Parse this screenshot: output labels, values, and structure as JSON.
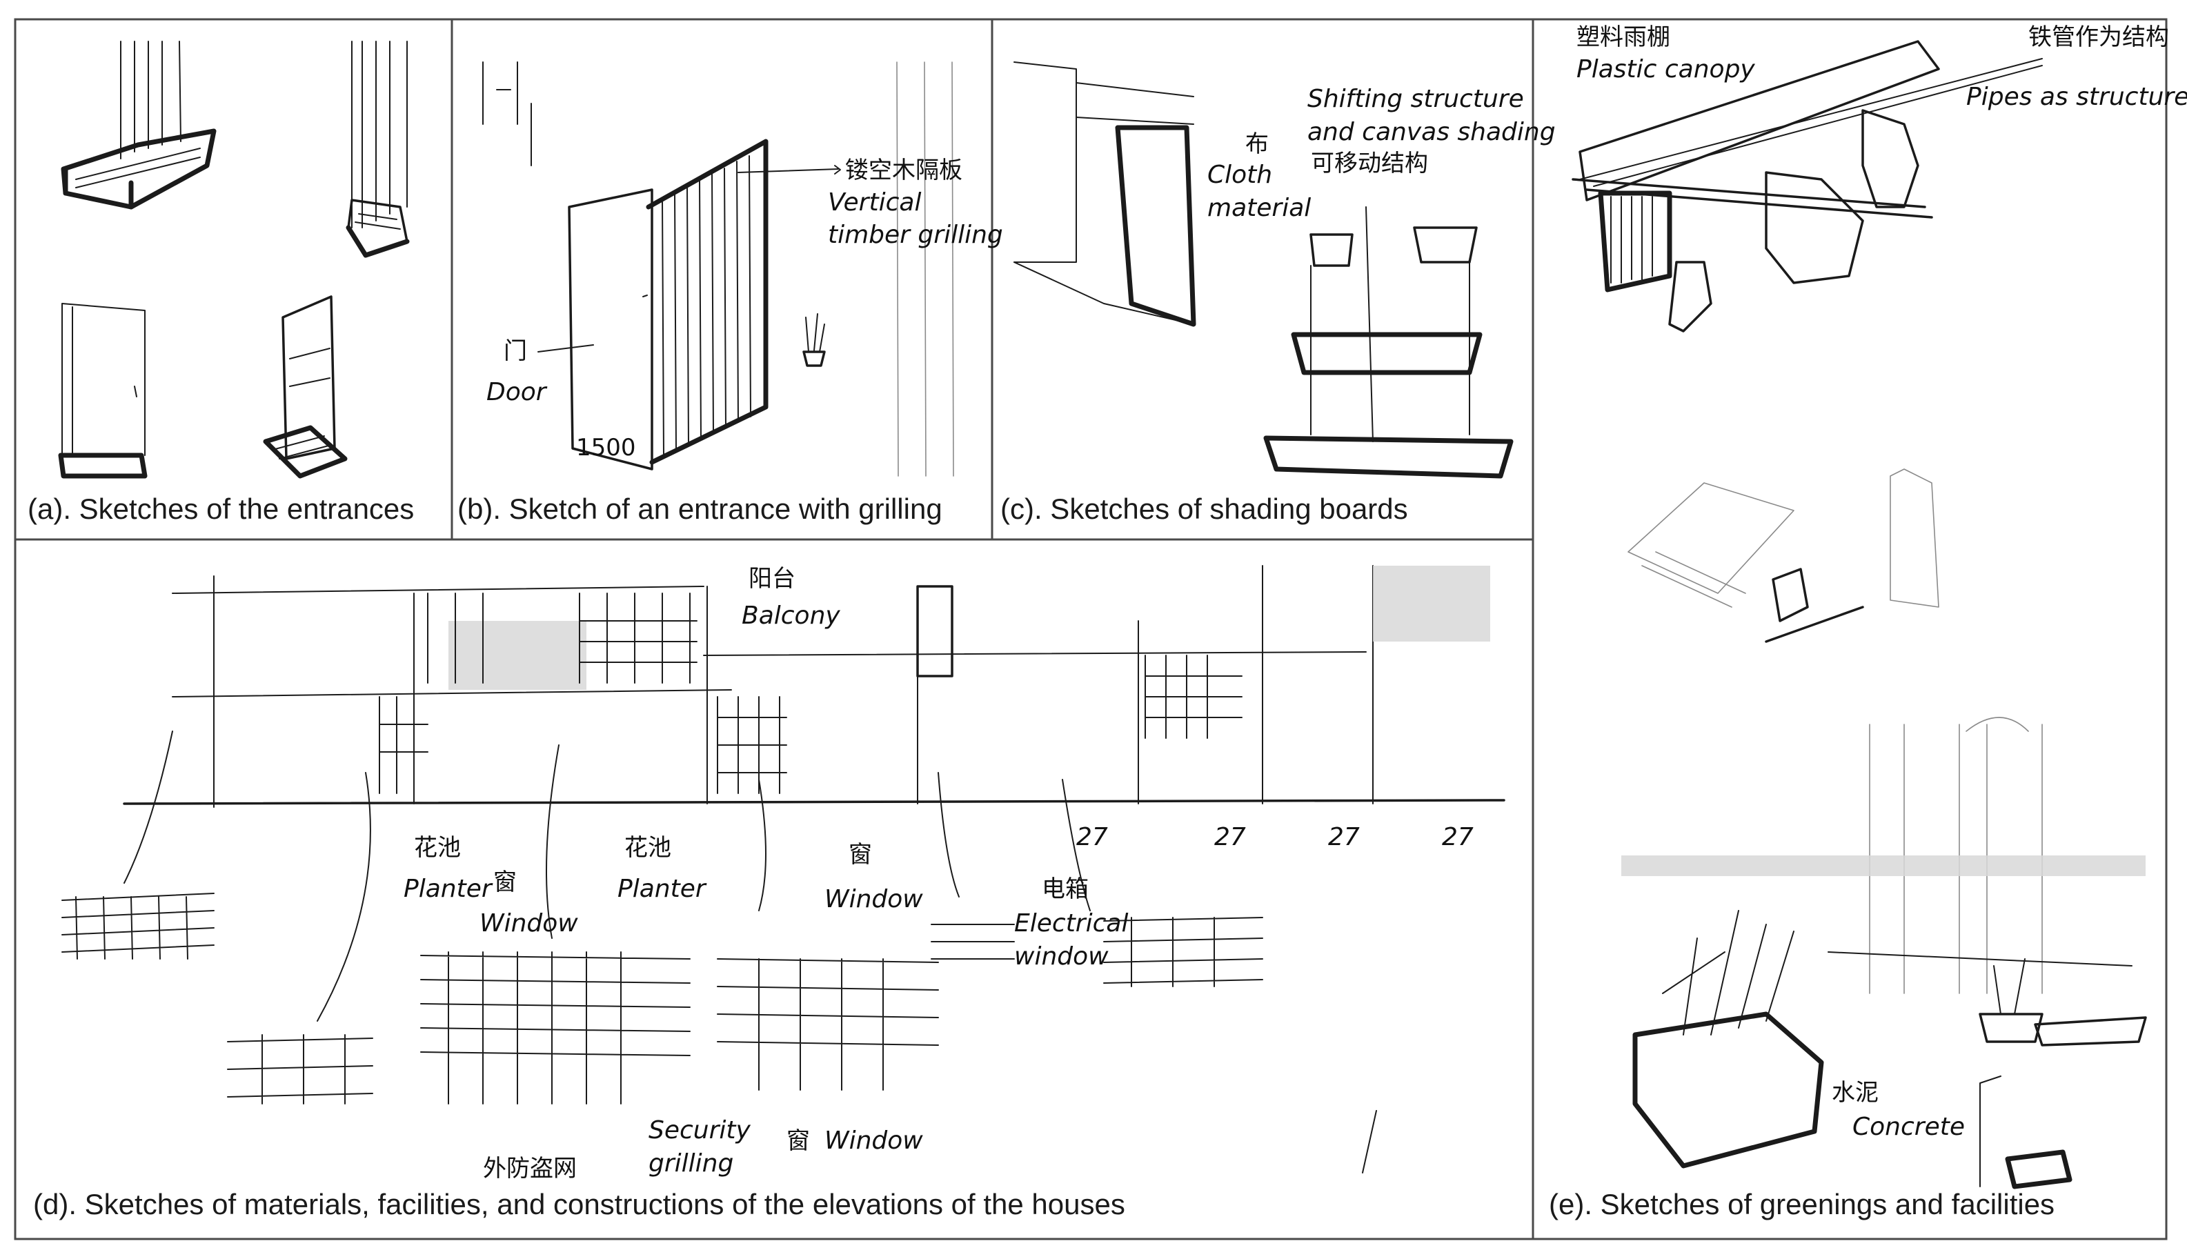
{
  "panels": {
    "a": {
      "caption": "(a). Sketches of the entrances"
    },
    "b": {
      "caption": "(b). Sketch of an entrance with grilling",
      "labels": {
        "grilling": "Vertical\ntimber grilling",
        "door": "Door",
        "door_cn": "门",
        "grilling_cn": "镂空木隔板",
        "dim": "1500"
      }
    },
    "c": {
      "caption": "(c). Sketches of shading boards",
      "labels": {
        "cloth": "Cloth\nmaterial",
        "cloth_cn": "布",
        "shifting": "Shifting structure\nand canvas shading",
        "shifting_cn": "可移动结构"
      }
    },
    "d": {
      "caption": "(d). Sketches of materials, facilities, and constructions of the elevations of the houses",
      "labels": {
        "balcony": "Balcony",
        "balcony_cn": "阳台",
        "planter1": "Planter",
        "planter1_cn": "花池",
        "window1": "Window",
        "window1_cn": "窗",
        "planter2": "Planter",
        "planter2_cn": "花池",
        "window2": "Window",
        "window2_cn": "窗",
        "electrical": "Electrical\nwindow",
        "electrical_cn": "电箱",
        "security": "Security\ngrilling",
        "security_cn": "外防盗网",
        "window3": "Window",
        "window3_cn": "窗",
        "num1": "27",
        "num2": "27",
        "num3": "27",
        "num4": "27"
      }
    },
    "e": {
      "caption": "(e). Sketches of greenings and facilities",
      "labels": {
        "canopy": "Plastic canopy",
        "canopy_cn": "塑料雨棚",
        "pipes": "Pipes as structure",
        "pipes_cn": "铁管作为结构",
        "concrete": "Concrete",
        "concrete_cn": "水泥"
      }
    }
  }
}
